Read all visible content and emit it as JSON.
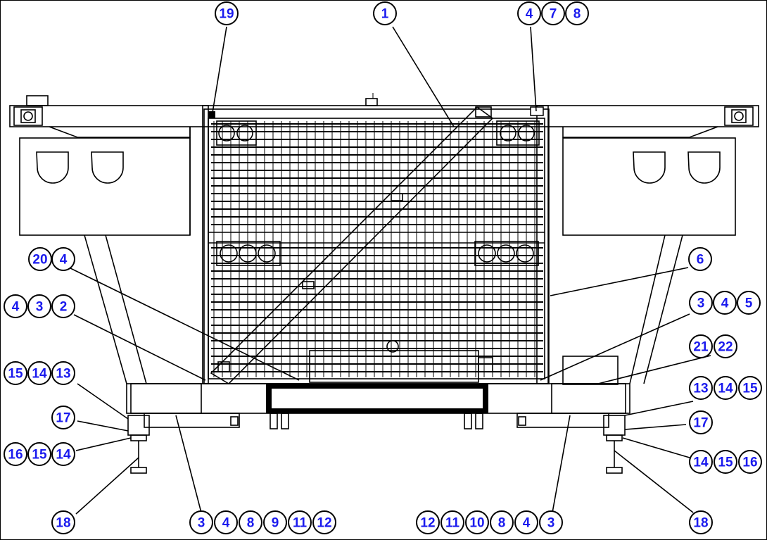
{
  "diagram": {
    "accent_color": "#1a1aee",
    "callouts": [
      {
        "id": "c19",
        "label": "19"
      },
      {
        "id": "c1",
        "label": "1"
      },
      {
        "id": "c4a",
        "label": "4"
      },
      {
        "id": "c7",
        "label": "7"
      },
      {
        "id": "c8a",
        "label": "8"
      },
      {
        "id": "c20",
        "label": "20"
      },
      {
        "id": "c4b",
        "label": "4"
      },
      {
        "id": "c6",
        "label": "6"
      },
      {
        "id": "c4c",
        "label": "4"
      },
      {
        "id": "c3a",
        "label": "3"
      },
      {
        "id": "c2",
        "label": "2"
      },
      {
        "id": "c3b",
        "label": "3"
      },
      {
        "id": "c4d",
        "label": "4"
      },
      {
        "id": "c5",
        "label": "5"
      },
      {
        "id": "c21",
        "label": "21"
      },
      {
        "id": "c22",
        "label": "22"
      },
      {
        "id": "c15a",
        "label": "15"
      },
      {
        "id": "c14a",
        "label": "14"
      },
      {
        "id": "c13a",
        "label": "13"
      },
      {
        "id": "c13b",
        "label": "13"
      },
      {
        "id": "c14b",
        "label": "14"
      },
      {
        "id": "c15b",
        "label": "15"
      },
      {
        "id": "c17a",
        "label": "17"
      },
      {
        "id": "c17b",
        "label": "17"
      },
      {
        "id": "c16a",
        "label": "16"
      },
      {
        "id": "c15c",
        "label": "15"
      },
      {
        "id": "c14c",
        "label": "14"
      },
      {
        "id": "c14d",
        "label": "14"
      },
      {
        "id": "c15d",
        "label": "15"
      },
      {
        "id": "c16b",
        "label": "16"
      },
      {
        "id": "c18a",
        "label": "18"
      },
      {
        "id": "c3c",
        "label": "3"
      },
      {
        "id": "c4e",
        "label": "4"
      },
      {
        "id": "c8b",
        "label": "8"
      },
      {
        "id": "c9",
        "label": "9"
      },
      {
        "id": "c11a",
        "label": "11"
      },
      {
        "id": "c12a",
        "label": "12"
      },
      {
        "id": "c12b",
        "label": "12"
      },
      {
        "id": "c11b",
        "label": "11"
      },
      {
        "id": "c10",
        "label": "10"
      },
      {
        "id": "c8c",
        "label": "8"
      },
      {
        "id": "c4f",
        "label": "4"
      },
      {
        "id": "c3d",
        "label": "3"
      },
      {
        "id": "c18b",
        "label": "18"
      }
    ]
  }
}
